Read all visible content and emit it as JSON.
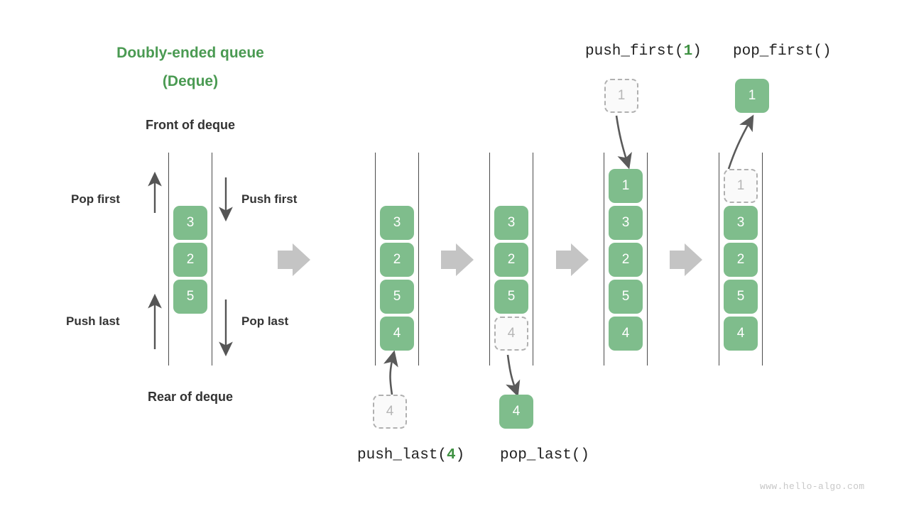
{
  "title": {
    "line1": "Doubly-ended queue",
    "line2": "(Deque)"
  },
  "labels": {
    "front": "Front of deque",
    "rear": "Rear of deque",
    "pop_first": "Pop first",
    "push_first": "Push first",
    "push_last": "Push last",
    "pop_last": "Pop last"
  },
  "operations": {
    "push_last": {
      "prefix": "push_last(",
      "arg": "4",
      "suffix": ")"
    },
    "pop_last": {
      "prefix": "pop_last()",
      "arg": "",
      "suffix": ""
    },
    "push_first": {
      "prefix": "push_first(",
      "arg": "1",
      "suffix": ")"
    },
    "pop_first": {
      "prefix": "pop_first()",
      "arg": "",
      "suffix": ""
    }
  },
  "colors": {
    "accent_green": "#4a9a52",
    "cell_green": "#7fbd8c",
    "ghost_fill": "#fafafa",
    "ghost_border": "#b0b0b0",
    "ghost_text": "#b6b6b6",
    "rail": "#4a4a4a",
    "arrow_gray": "#c4c4c4",
    "thin_arrow": "#555555",
    "text": "#333333",
    "watermark": "#c8c8c8"
  },
  "panels": [
    {
      "id": "overview",
      "name": "deque-overview",
      "cells": [
        {
          "value": "3",
          "ghost": false
        },
        {
          "value": "2",
          "ghost": false
        },
        {
          "value": "5",
          "ghost": false
        }
      ],
      "detached": []
    },
    {
      "id": "before-push-last",
      "name": "deque-after-push-last",
      "cells": [
        {
          "value": "3",
          "ghost": false
        },
        {
          "value": "2",
          "ghost": false
        },
        {
          "value": "5",
          "ghost": false
        },
        {
          "value": "4",
          "ghost": false
        }
      ],
      "detached": [
        {
          "value": "4",
          "ghost": true,
          "position": "below"
        }
      ]
    },
    {
      "id": "pop-last",
      "name": "deque-pop-last",
      "cells": [
        {
          "value": "3",
          "ghost": false
        },
        {
          "value": "2",
          "ghost": false
        },
        {
          "value": "5",
          "ghost": false
        },
        {
          "value": "4",
          "ghost": true
        }
      ],
      "detached": [
        {
          "value": "4",
          "ghost": false,
          "position": "below"
        }
      ]
    },
    {
      "id": "push-first",
      "name": "deque-after-push-first",
      "cells": [
        {
          "value": "1",
          "ghost": false
        },
        {
          "value": "3",
          "ghost": false
        },
        {
          "value": "2",
          "ghost": false
        },
        {
          "value": "5",
          "ghost": false
        },
        {
          "value": "4",
          "ghost": false
        }
      ],
      "detached": [
        {
          "value": "1",
          "ghost": true,
          "position": "above"
        }
      ]
    },
    {
      "id": "pop-first",
      "name": "deque-pop-first",
      "cells": [
        {
          "value": "1",
          "ghost": true
        },
        {
          "value": "3",
          "ghost": false
        },
        {
          "value": "2",
          "ghost": false
        },
        {
          "value": "5",
          "ghost": false
        },
        {
          "value": "4",
          "ghost": false
        }
      ],
      "detached": [
        {
          "value": "1",
          "ghost": false,
          "position": "above"
        }
      ]
    }
  ],
  "watermark": "www.hello-algo.com"
}
